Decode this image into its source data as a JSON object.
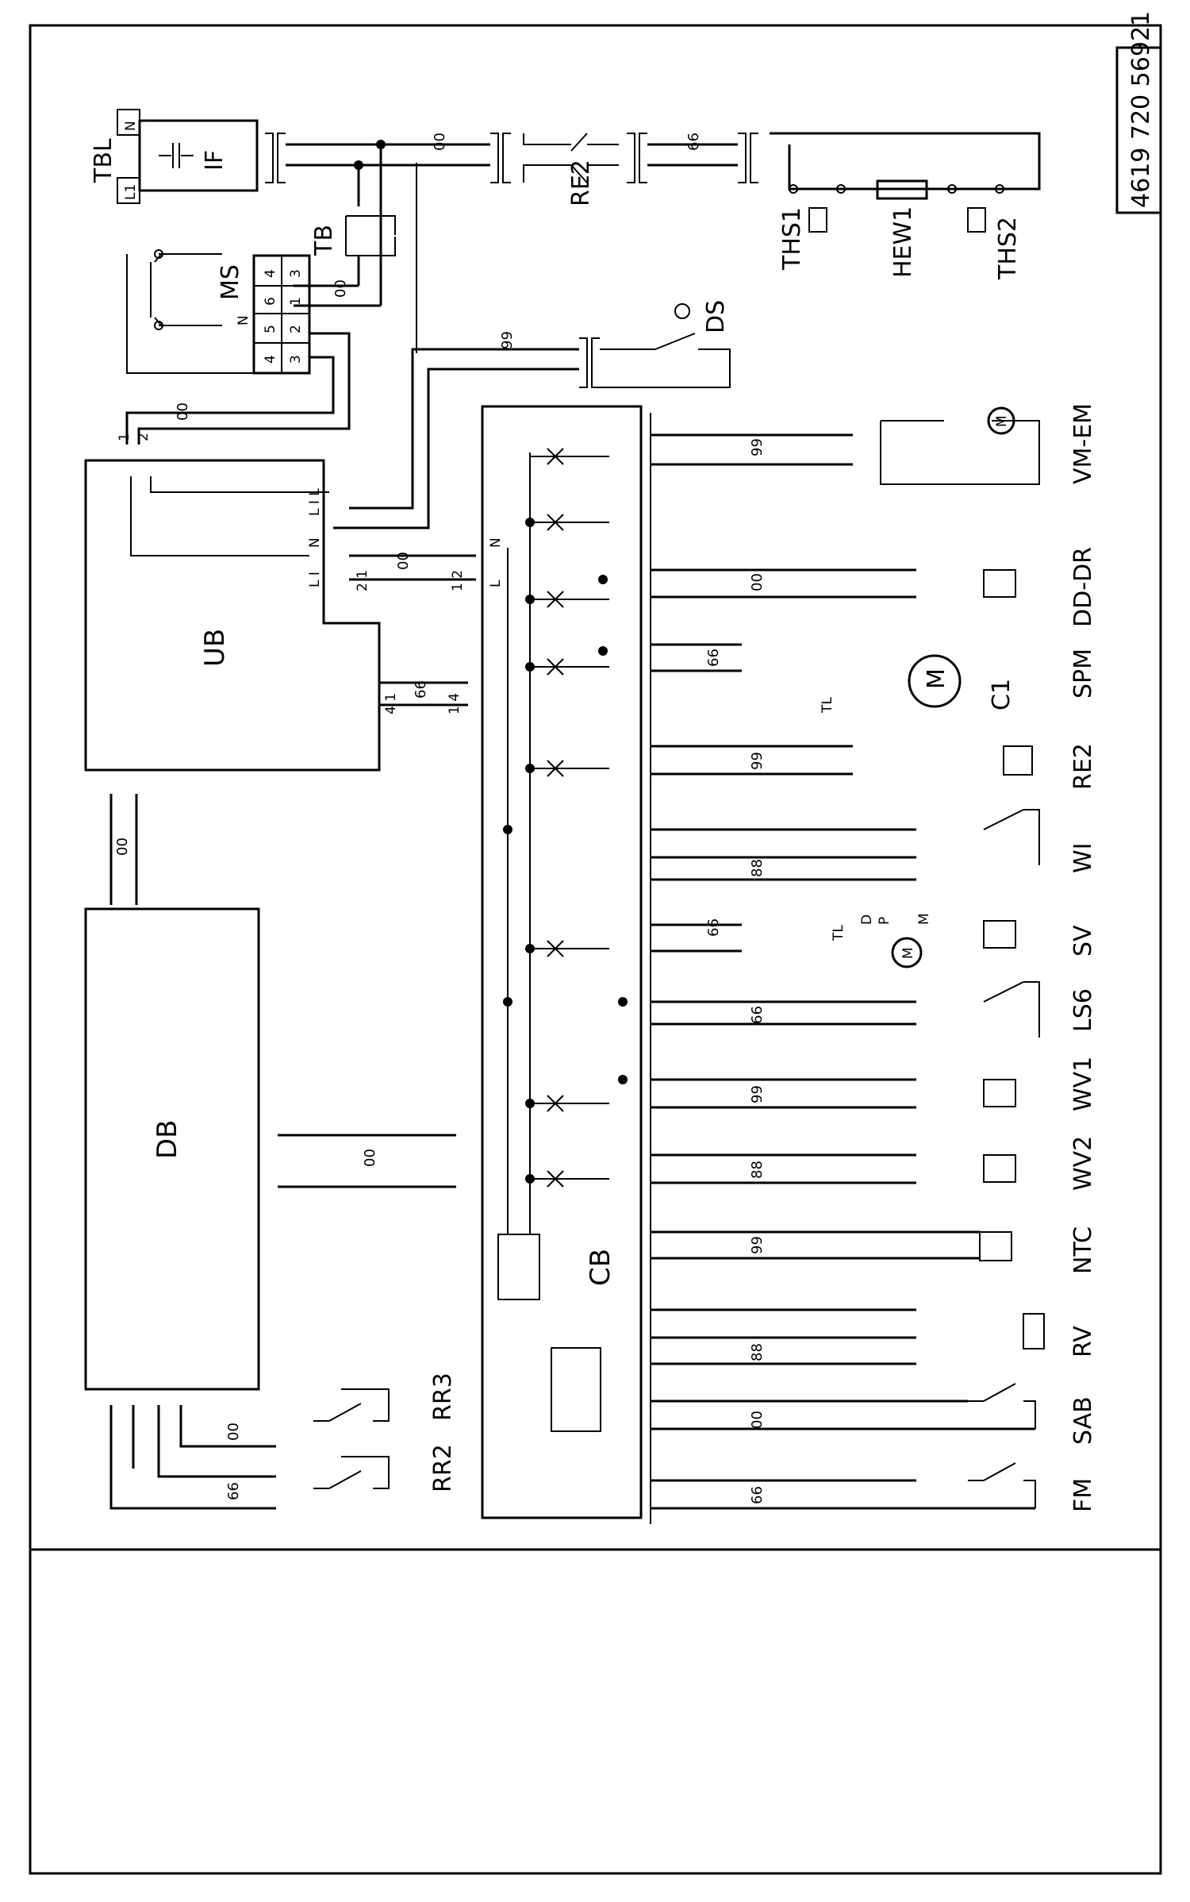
{
  "drawing_number": "4619 720 56921",
  "colors": {
    "ink": "#000000",
    "paper": "#ffffff"
  },
  "boards": {
    "ub": "UB",
    "db": "DB",
    "cb": "CB"
  },
  "top_components": {
    "tbl": "TBL",
    "if": "IF",
    "tb": "TB",
    "ms": "MS",
    "ds": "DS",
    "re2": "RE2",
    "ths1": "THS1",
    "hew1": "HEW1",
    "ths2": "THS2",
    "l1": "L1",
    "n": "N"
  },
  "ms_pins": [
    "3",
    "4",
    "1",
    "2",
    "3",
    "4",
    "5",
    "6",
    "N"
  ],
  "wires": {
    "w_if_re2": "00",
    "w_re2_hew": "66",
    "w_ms": "00",
    "w_ds": "99",
    "w_ub_left": "00",
    "w_ub_cb": "00",
    "w_ub_66": "66",
    "w_ub_db": "00",
    "w_db_cb": "00",
    "w_rr3": "00",
    "w_rr2": "66"
  },
  "loads": [
    {
      "name": "VM-EM",
      "wire": "99"
    },
    {
      "name": "DD-DR",
      "wire": "00"
    },
    {
      "name": "SPM",
      "wire": "66",
      "extra": [
        "TL",
        "C1"
      ]
    },
    {
      "name": "RE2",
      "wire": "99"
    },
    {
      "name": "WI",
      "wire": "88"
    },
    {
      "name": "SV",
      "wire": "66",
      "extra": [
        "TL",
        "D",
        "P",
        "M"
      ]
    },
    {
      "name": "LS6",
      "wire": "66"
    },
    {
      "name": "WV1",
      "wire": "99"
    },
    {
      "name": "WV2",
      "wire": "88"
    },
    {
      "name": "NTC",
      "wire": "99"
    },
    {
      "name": "RV",
      "wire": "88"
    },
    {
      "name": "SAB",
      "wire": "00"
    },
    {
      "name": "FM",
      "wire": "66"
    }
  ],
  "relays": {
    "rr3": "RR3",
    "rr2": "RR2"
  },
  "symbols": {
    "motor": "M",
    "n": "N",
    "l": "L"
  }
}
